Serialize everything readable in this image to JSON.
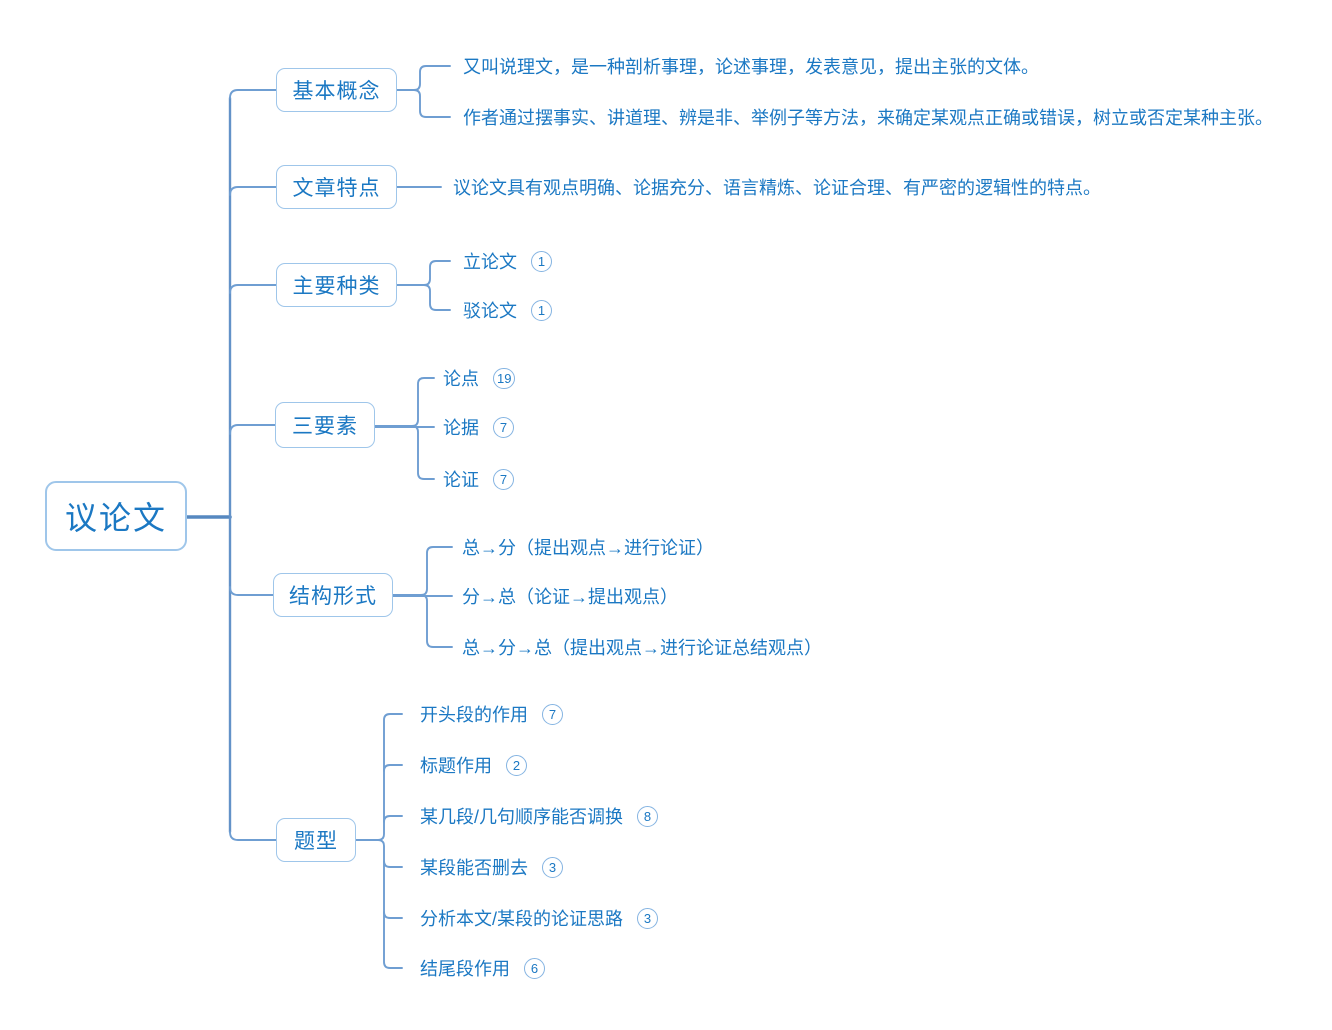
{
  "mindmap": {
    "root_label": "议论文",
    "branches": [
      {
        "label": "基本概念",
        "children": [
          {
            "text": "又叫说理文，是一种剖析事理，论述事理，发表意见，提出主张的文体。"
          },
          {
            "text": "作者通过摆事实、讲道理、辨是非、举例子等方法，来确定某观点正确或错误，树立或否定某种主张。"
          }
        ]
      },
      {
        "label": "文章特点",
        "children": [
          {
            "text": "议论文具有观点明确、论据充分、语言精炼、论证合理、有严密的逻辑性的特点。"
          }
        ]
      },
      {
        "label": "主要种类",
        "children": [
          {
            "text": "立论文",
            "badge": "1"
          },
          {
            "text": "驳论文",
            "badge": "1"
          }
        ]
      },
      {
        "label": "三要素",
        "children": [
          {
            "text": "论点",
            "badge": "19"
          },
          {
            "text": "论据",
            "badge": "7"
          },
          {
            "text": "论证",
            "badge": "7"
          }
        ]
      },
      {
        "label": "结构形式",
        "children": [
          {
            "text": "总→分（提出观点→进行论证）"
          },
          {
            "text": "分→总（论证→提出观点）"
          },
          {
            "text": "总→分→总（提出观点→进行论证总结观点）"
          }
        ]
      },
      {
        "label": "题型",
        "children": [
          {
            "text": "开头段的作用",
            "badge": "7"
          },
          {
            "text": "标题作用",
            "badge": "2"
          },
          {
            "text": "某几段/几句顺序能否调换",
            "badge": "8"
          },
          {
            "text": "某段能否删去",
            "badge": "3"
          },
          {
            "text": "分析本文/某段的论证思路",
            "badge": "3"
          },
          {
            "text": "结尾段作用",
            "badge": "6"
          }
        ]
      }
    ]
  },
  "colors": {
    "node_text": "#1b78c3",
    "node_border": "#9fc6ea",
    "badge_border": "#85b4e2",
    "branch_connector": "#6f9ed2",
    "trunk_connector": "#5688c0"
  }
}
